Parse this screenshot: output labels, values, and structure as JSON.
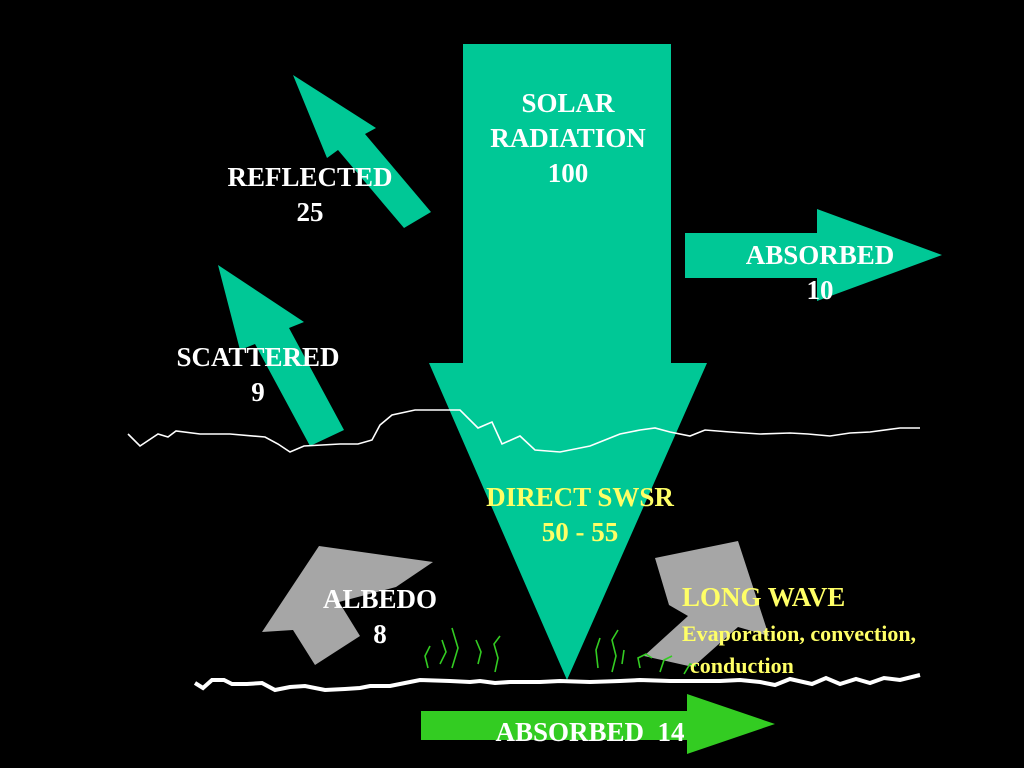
{
  "labels": {
    "solar": {
      "title": "SOLAR",
      "subtitle": "RADIATION",
      "value": "100"
    },
    "reflected": {
      "title": "REFLECTED",
      "value": "25"
    },
    "absorbed_atmos": {
      "title": "ABSORBED",
      "value": "10"
    },
    "scattered": {
      "title": "SCATTERED",
      "value": "9"
    },
    "direct": {
      "title": "DIRECT SWSR",
      "value": "50 - 55"
    },
    "albedo": {
      "title": "ALBEDO",
      "value": "8"
    },
    "longwave": {
      "title": "LONG WAVE",
      "line1": "Evaporation, convection,",
      "line2": "conduction"
    },
    "absorbed_ground": {
      "text": "ABSORBED  14"
    }
  },
  "colors": {
    "background": "#000000",
    "solar_arrow": "#00c896",
    "outgoing_arrow": "#00c896",
    "albedo_arrow": "#a6a6a6",
    "ground_arrow": "#33cc22",
    "white_text": "#ffffff",
    "yellow_text": "#ffff66"
  }
}
